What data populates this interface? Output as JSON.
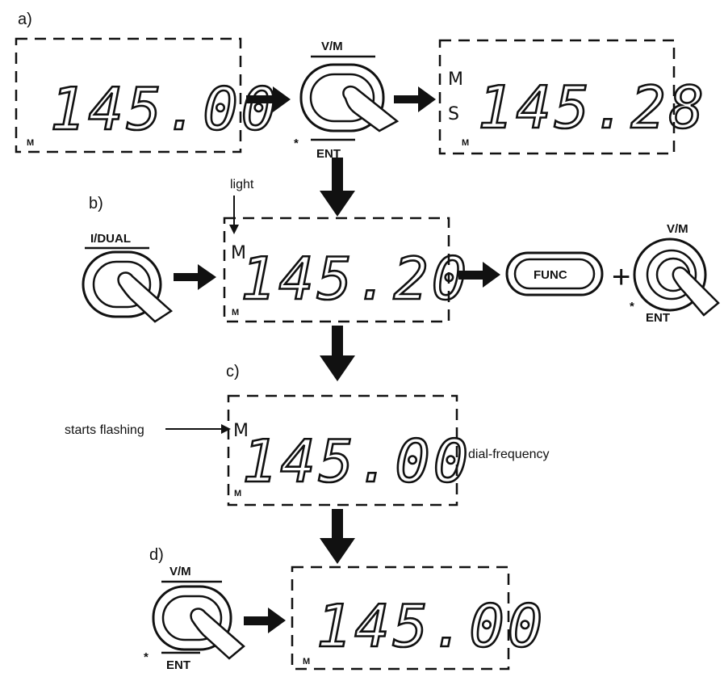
{
  "labels": {
    "a": "a)",
    "b": "b)",
    "c": "c)",
    "d": "d)"
  },
  "displays": {
    "a1": "145.00",
    "a2": "145.28",
    "b": "145.20",
    "c": "145.00",
    "d": "145.00",
    "m_indicator": "M",
    "s_indicator": "S",
    "one_prefix": "1",
    "mini_indicator": "M"
  },
  "buttons": {
    "vm_label": "V/M",
    "ent_label": "ENT",
    "star": "*",
    "dual_label": "I/DUAL",
    "func_label": "FUNC",
    "plus": "+"
  },
  "annotations": {
    "light": "light",
    "starts_flashing": "starts flashing",
    "dial_frequency": "dial-frequency"
  }
}
